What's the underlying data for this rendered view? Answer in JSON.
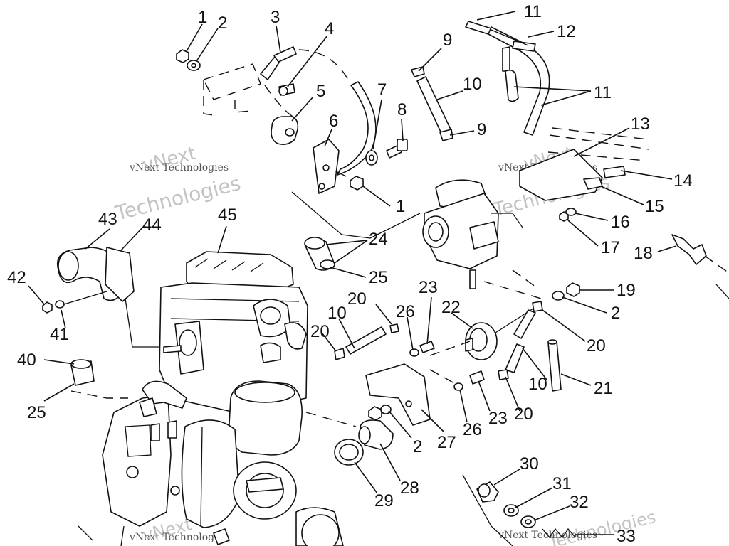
{
  "watermark": {
    "brand": "vNext",
    "company": "Technologies",
    "full": "vNext Technologies"
  },
  "callouts": [
    {
      "id": "c1a",
      "text": "1"
    },
    {
      "id": "c2a",
      "text": "2"
    },
    {
      "id": "c3",
      "text": "3"
    },
    {
      "id": "c4",
      "text": "4"
    },
    {
      "id": "c5",
      "text": "5"
    },
    {
      "id": "c6",
      "text": "6"
    },
    {
      "id": "c7",
      "text": "7"
    },
    {
      "id": "c8",
      "text": "8"
    },
    {
      "id": "c9a",
      "text": "9"
    },
    {
      "id": "c9b",
      "text": "9"
    },
    {
      "id": "c10a",
      "text": "10"
    },
    {
      "id": "c11a",
      "text": "11"
    },
    {
      "id": "c12",
      "text": "12"
    },
    {
      "id": "c11b",
      "text": "11"
    },
    {
      "id": "c13",
      "text": "13"
    },
    {
      "id": "c14",
      "text": "14"
    },
    {
      "id": "c15",
      "text": "15"
    },
    {
      "id": "c16",
      "text": "16"
    },
    {
      "id": "c17",
      "text": "17"
    },
    {
      "id": "c18",
      "text": "18"
    },
    {
      "id": "c1b",
      "text": "1"
    },
    {
      "id": "c24",
      "text": "24"
    },
    {
      "id": "c25a",
      "text": "25"
    },
    {
      "id": "c43",
      "text": "43"
    },
    {
      "id": "c44",
      "text": "44"
    },
    {
      "id": "c45",
      "text": "45"
    },
    {
      "id": "c42",
      "text": "42"
    },
    {
      "id": "c41",
      "text": "41"
    },
    {
      "id": "c40",
      "text": "40"
    },
    {
      "id": "c25b",
      "text": "25"
    },
    {
      "id": "c20a",
      "text": "20"
    },
    {
      "id": "c10b",
      "text": "10"
    },
    {
      "id": "c20b",
      "text": "20"
    },
    {
      "id": "c26a",
      "text": "26"
    },
    {
      "id": "c23a",
      "text": "23"
    },
    {
      "id": "c22",
      "text": "22"
    },
    {
      "id": "c19",
      "text": "19"
    },
    {
      "id": "c2b",
      "text": "2"
    },
    {
      "id": "c20c",
      "text": "20"
    },
    {
      "id": "c10c",
      "text": "10"
    },
    {
      "id": "c21",
      "text": "21"
    },
    {
      "id": "c23b",
      "text": "23"
    },
    {
      "id": "c26b",
      "text": "26"
    },
    {
      "id": "c20d",
      "text": "20"
    },
    {
      "id": "c2c",
      "text": "2"
    },
    {
      "id": "c27",
      "text": "27"
    },
    {
      "id": "c28",
      "text": "28"
    },
    {
      "id": "c29",
      "text": "29"
    },
    {
      "id": "c30",
      "text": "30"
    },
    {
      "id": "c31",
      "text": "31"
    },
    {
      "id": "c32",
      "text": "32"
    },
    {
      "id": "c33",
      "text": "33"
    }
  ]
}
